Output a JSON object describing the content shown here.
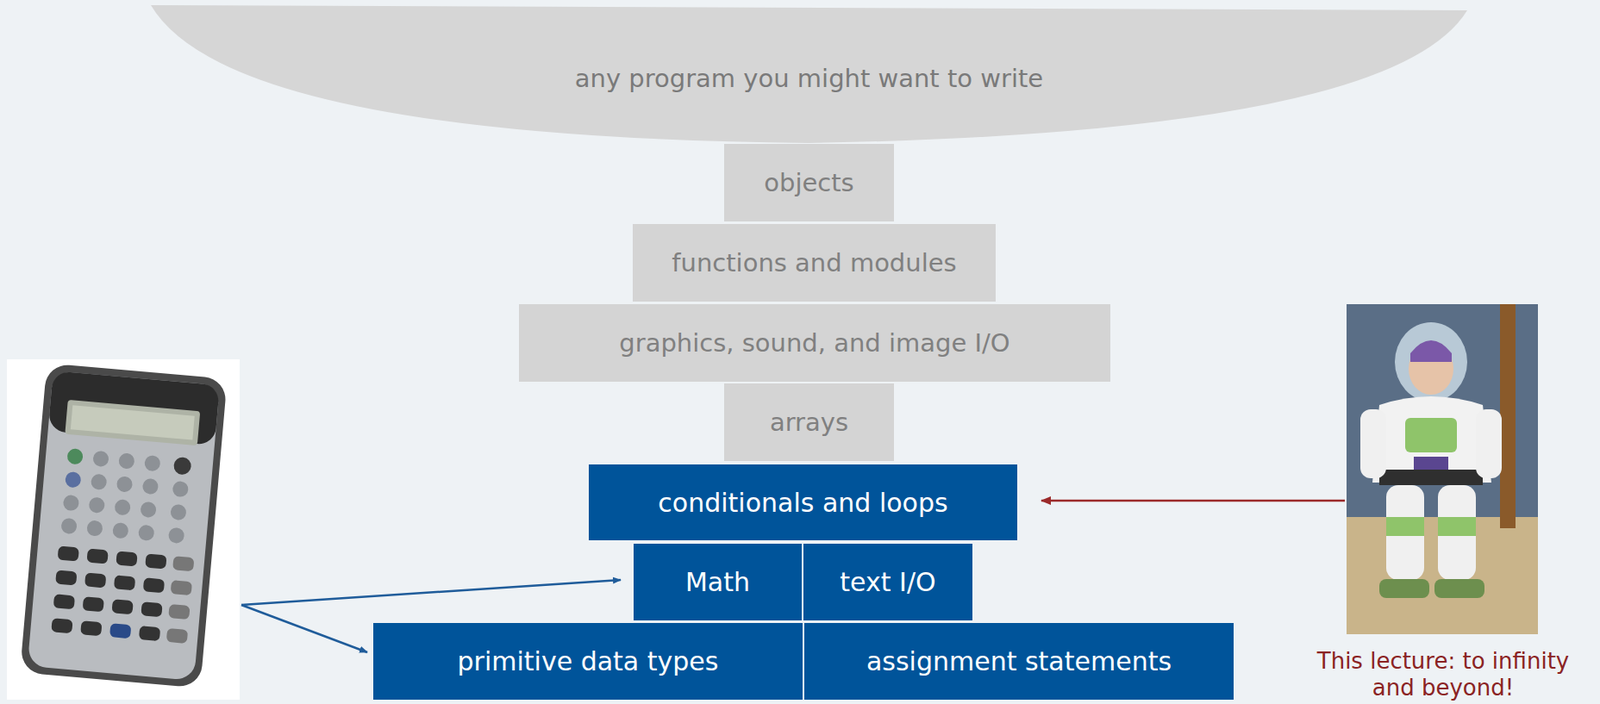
{
  "diagram": {
    "nodes": [
      {
        "text": [
          "any program you might want to write"
        ]
      },
      {
        "text": [
          "objects"
        ]
      },
      {
        "text": [
          "functions and modules"
        ]
      },
      {
        "text": [
          "graphics, sound, and image I/O"
        ]
      },
      {
        "text": [
          "arrays"
        ]
      },
      {
        "text": [
          "conditionals and loops"
        ]
      },
      {
        "text": [
          "Math"
        ]
      },
      {
        "text": [
          "text I/O"
        ]
      },
      {
        "text": [
          "primitive data types"
        ]
      },
      {
        "text": [
          "assignment statements"
        ]
      }
    ],
    "labels": [
      "This lecture: to infinity and beyond!"
    ]
  }
}
